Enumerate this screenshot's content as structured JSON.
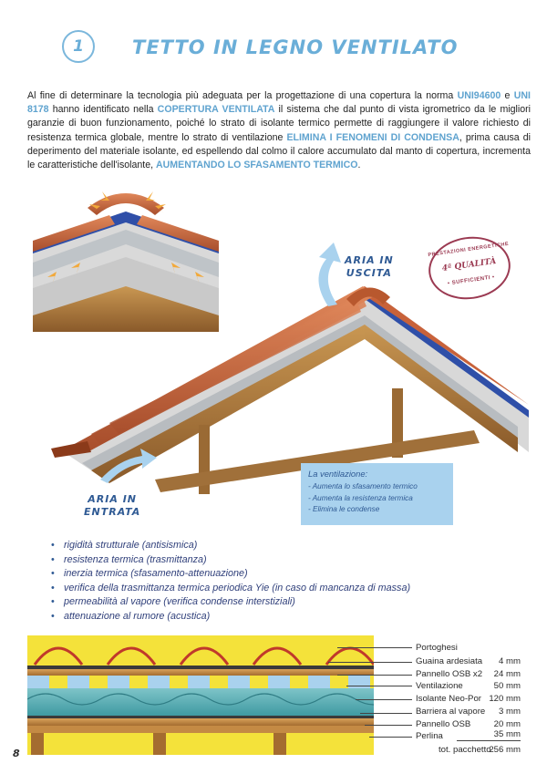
{
  "header": {
    "number": "1",
    "title": "TETTO IN LEGNO VENTILATO"
  },
  "intro": {
    "segments": [
      {
        "text": "Al fine di determinare la tecnologia più adeguata per la progettazione di una copertura la norma ",
        "hl": false
      },
      {
        "text": "UNI94600",
        "hl": true
      },
      {
        "text": " e ",
        "hl": false
      },
      {
        "text": "UNI 8178",
        "hl": true
      },
      {
        "text": " hanno identificato nella ",
        "hl": false
      },
      {
        "text": "COPERTURA VENTILATA",
        "hl": true
      },
      {
        "text": " il sistema che dal punto di vista igrometrico da le migliori garanzie di buon funzionamento, poiché lo strato di isolante termico permette di raggiungere il valore richiesto di resistenza termica globale, mentre lo strato di ventilazione ",
        "hl": false
      },
      {
        "text": "ELIMINA I FENOMENI DI CONDENSA",
        "hl": true
      },
      {
        "text": ", prima causa di deperimento del materiale isolante, ed espellendo dal colmo il calore accumulato dal manto di copertura, incrementa le caratteristiche dell'isolante, ",
        "hl": false
      },
      {
        "text": "AUMENTANDO LO SFASAMENTO TERMICO",
        "hl": true
      },
      {
        "text": ".",
        "hl": false
      }
    ]
  },
  "labels": {
    "air_out_1": "ARIA IN",
    "air_out_2": "USCITA",
    "air_in_1": "ARIA IN",
    "air_in_2": "ENTRATA"
  },
  "stamp": {
    "line1": "PRESTAZIONI ENERGETICHE",
    "line2": "4ª QUALITÀ",
    "line3": "• SUFFICIENTI •"
  },
  "ventilation": {
    "title": "La ventilazione:",
    "items": [
      "- Aumenta lo sfasamento termico",
      "- Aumenta la resistenza termica",
      "- Elimina le condense"
    ]
  },
  "bullets": [
    "rigidità strutturale (antisismica)",
    "resistenza termica (trasmittanza)",
    "inerzia termica (sfasamento-attenuazione)",
    "verifica della trasmittanza termica periodica Yie (in caso di mancanza di massa)",
    "permeabilità al vapore (verifica condense interstiziali)",
    "attenuazione al rumore (acustica)"
  ],
  "layers": [
    {
      "name": "Portoghesi",
      "value": ""
    },
    {
      "name": "Guaina ardesiata",
      "value": "4 mm"
    },
    {
      "name": "Pannello OSB x2",
      "value": "24 mm"
    },
    {
      "name": "Ventilazione",
      "value": "50 mm"
    },
    {
      "name": "Isolante Neo-Por",
      "value": "120 mm"
    },
    {
      "name": "Barriera al vapore",
      "value": "3 mm"
    },
    {
      "name": "Pannello OSB",
      "value": "20 mm"
    },
    {
      "name": "Perlina",
      "value": "35 mm"
    }
  ],
  "total": {
    "label": "tot. pacchetto",
    "value": "256 mm"
  },
  "page": {
    "number": "8"
  },
  "colors": {
    "accent": "#6aaed8",
    "tile": "#c8623a",
    "membrane": "#2f4fa8",
    "insulation": "#56aab0",
    "wood": "#b07a3e",
    "yellow": "#f4e23a"
  }
}
